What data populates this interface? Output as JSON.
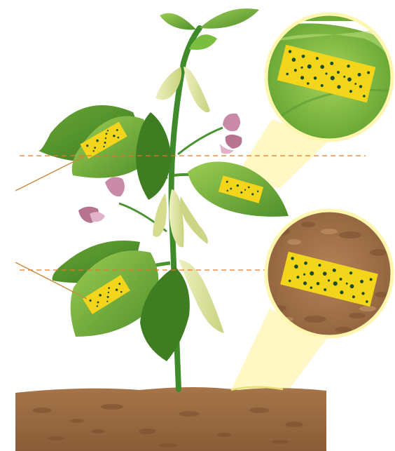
{
  "scene": {
    "subject": "bean-plant-with-yellow-sticky-traps",
    "colors": {
      "background": "#ffffff",
      "leaf_dark": "#4e8f2c",
      "leaf_light": "#8cc63f",
      "stem": "#3f8a2a",
      "pod": "#d8df9a",
      "flower": "#c98aa8",
      "soil": "#9b6a42",
      "trap_yellow": "#f3d51c",
      "trap_dots": "#1c4d2a",
      "guide_line": "#e07a2b",
      "callout_glow": "#fff6b0"
    },
    "icons": [
      "sticky-trap",
      "leaf",
      "bean-pod",
      "flower",
      "soil"
    ],
    "magnified_views": [
      "trap-on-leaf",
      "trap-on-soil"
    ]
  }
}
